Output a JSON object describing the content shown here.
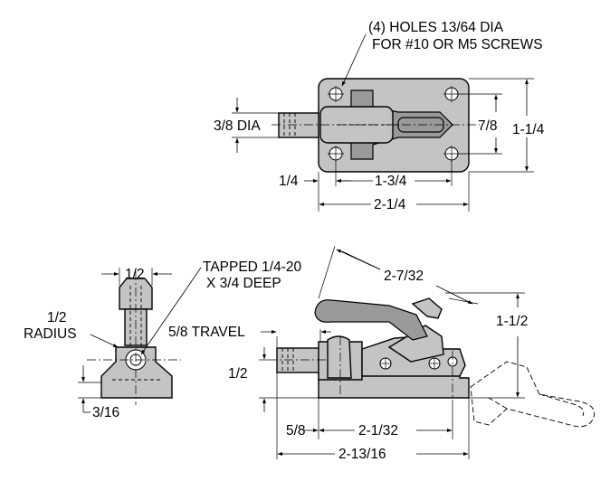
{
  "labels": {
    "holes_line1": "(4) HOLES 13/64 DIA",
    "holes_line2": "FOR #10 OR M5 SCREWS",
    "plunger_dia": "3/8 DIA",
    "hole_spacing_v": "7/8",
    "base_height": "1-1/4",
    "edge_offset": "1/4",
    "hole_spacing_h": "1-3/4",
    "base_length": "2-1/4",
    "end_width": "1/2",
    "tapped_line1": "TAPPED 1/4-20",
    "tapped_line2": "X 3/4 DEEP",
    "radius_line1": "1/2",
    "radius_line2": "RADIUS",
    "base_thickness": "3/16",
    "travel": "5/8 TRAVEL",
    "handle_swing": "2-7/32",
    "overall_height": "1-1/2",
    "center_height": "1/2",
    "plunger_ext": "5/8",
    "body_length": "2-1/32",
    "overall_length": "2-13/16"
  }
}
